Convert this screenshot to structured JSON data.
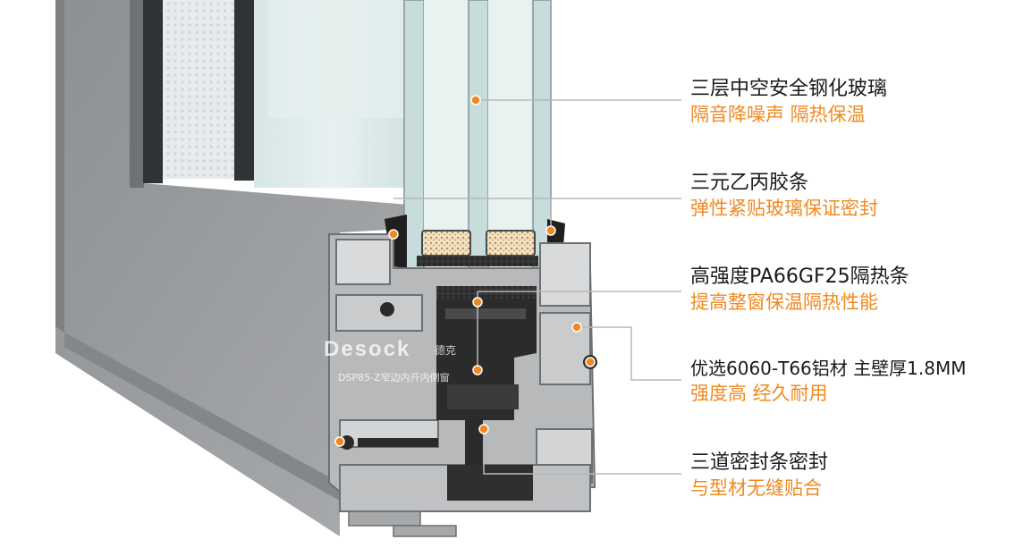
{
  "brand": {
    "logo_text": "Desock",
    "logo_suffix": "德克",
    "model_text": "DSP85-Z窄边内开内倒窗"
  },
  "callouts": [
    {
      "title": "三层中空安全钢化玻璃",
      "desc": "隔音降噪声 隔热保温"
    },
    {
      "title": "三元乙丙胶条",
      "desc": "弹性紧贴玻璃保证密封"
    },
    {
      "title": "高强度PA66GF25隔热条",
      "desc": "提高整窗保温隔热性能"
    },
    {
      "title": "优选6060-T66铝材 主壁厚1.8MM",
      "desc": "强度高 经久耐用"
    },
    {
      "title": "三道密封条密封",
      "desc": "与型材无缝贴合"
    }
  ],
  "colors": {
    "accent": "#ef8a22",
    "text": "#1a1a1a",
    "aluminum": "#9a9c9f",
    "insulation": "#2b2b2b",
    "glass": "#d8e8e7",
    "leader": "#b8b8b8"
  }
}
